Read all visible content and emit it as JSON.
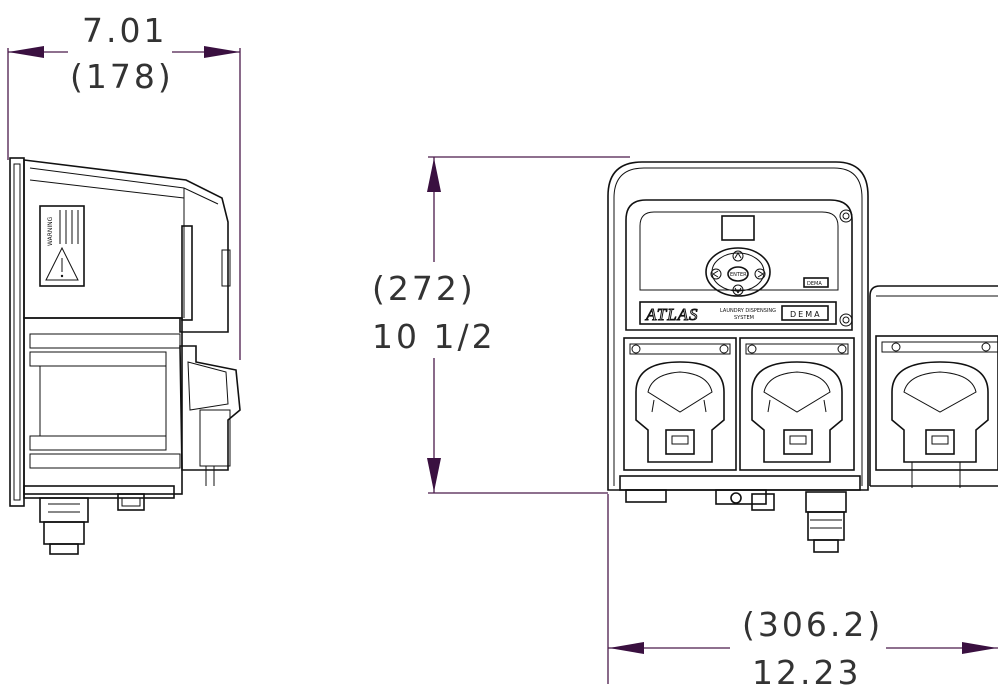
{
  "dimensions": {
    "width_side": {
      "inches": "7.01",
      "mm": "(178)"
    },
    "height": {
      "mm": "(272)",
      "inches": "10 1/2"
    },
    "width_front": {
      "mm": "(306.2)",
      "inches": "12.23"
    }
  },
  "device": {
    "brand_logo": "ATLAS",
    "subtitle_line1": "LAUNDRY DISPENSING",
    "subtitle_line2": "SYSTEM",
    "maker_plate": "DEMA",
    "maker_badge": "DEMA",
    "enter_button": "ENTER",
    "warning_label_title": "WARNING"
  },
  "colors": {
    "line": "#111111",
    "dimension": "#4a1a4a",
    "arrow": "#3a1040"
  }
}
